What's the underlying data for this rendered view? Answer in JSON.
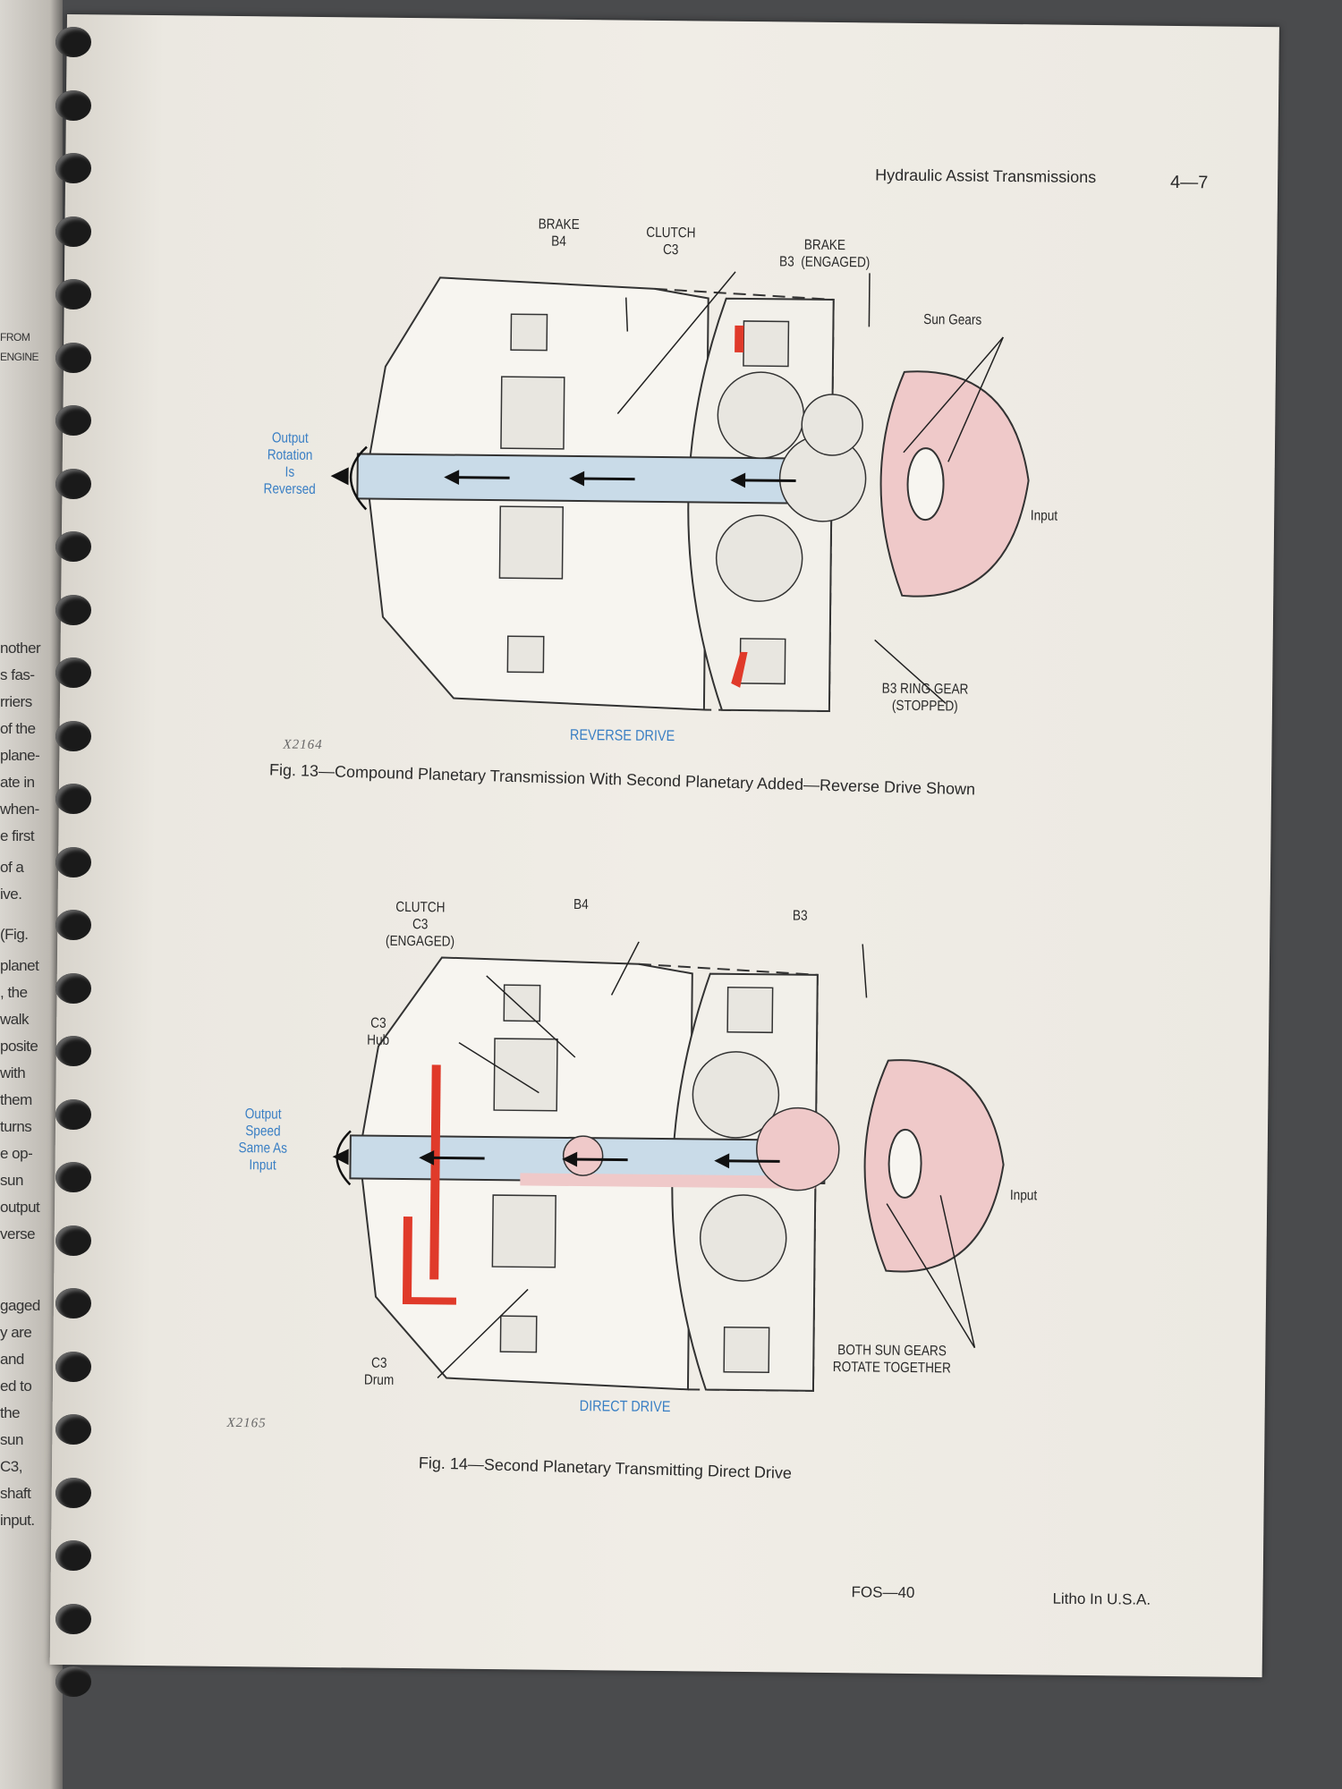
{
  "left_page_fragments": [
    "FROM",
    "ENGINE",
    "nother",
    "s fas-",
    "rriers",
    "of the",
    "plane-",
    "ate in",
    "when-",
    "e first",
    "of a",
    "ive.",
    "(Fig.",
    "planet",
    ", the",
    "walk",
    "posite",
    "with",
    "them",
    "turns",
    "e op-",
    "sun",
    "output",
    "verse",
    "gaged",
    "y are",
    "and",
    "ed to",
    "the",
    "sun",
    "C3,",
    "shaft",
    "input."
  ],
  "header": {
    "title": "Hydraulic Assist Transmissions",
    "page_number": "4—7"
  },
  "figure13": {
    "labels": {
      "brake_b4": "BRAKE\nB4",
      "clutch_c3": "CLUTCH\nC3",
      "brake_b3": "BRAKE\nB3  (ENGAGED)",
      "sun_gears": "Sun Gears",
      "output": "Output\nRotation\nIs\nReversed",
      "input": "Input",
      "ring_gear": "B3 RING GEAR\n(STOPPED)",
      "mode": "REVERSE DRIVE"
    },
    "code": "X2164",
    "caption": "Fig. 13—Compound Planetary Transmission With Second Planetary Added—Reverse Drive Shown"
  },
  "figure14": {
    "labels": {
      "clutch_c3": "CLUTCH\nC3\n(ENGAGED)",
      "b4": "B4",
      "b3": "B3",
      "c3_hub": "C3\nHub",
      "output": "Output\nSpeed\nSame As\nInput",
      "input": "Input",
      "sun_gears": "BOTH SUN GEARS\nROTATE TOGETHER",
      "c3_drum": "C3\nDrum",
      "mode": "DIRECT DRIVE"
    },
    "code": "X2165",
    "caption": "Fig. 14—Second Planetary Transmitting Direct Drive"
  },
  "footer": {
    "form": "FOS—40",
    "litho": "Litho In U.S.A."
  },
  "colors": {
    "shaft_blue": "#c9dbe8",
    "input_pink": "#efc9c9",
    "hydraulic_red": "#e03a2a",
    "label_blue": "#3a7fc4"
  }
}
